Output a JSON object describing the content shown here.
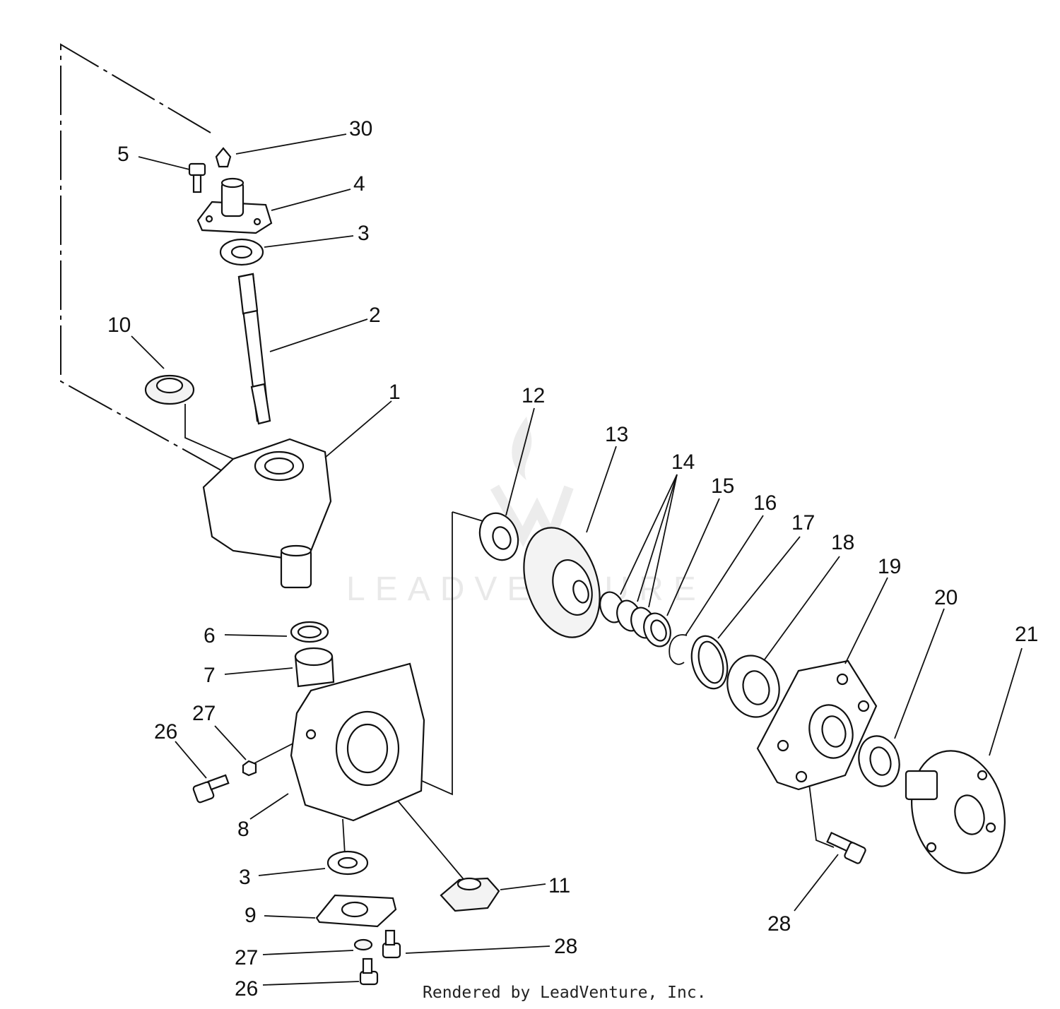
{
  "watermark": "LEADVENTURE",
  "credit": "Rendered by LeadVenture, Inc.",
  "callouts": [
    {
      "id": "30",
      "label": "30"
    },
    {
      "id": "5",
      "label": "5"
    },
    {
      "id": "4",
      "label": "4"
    },
    {
      "id": "3a",
      "label": "3"
    },
    {
      "id": "2",
      "label": "2"
    },
    {
      "id": "10",
      "label": "10"
    },
    {
      "id": "1",
      "label": "1"
    },
    {
      "id": "12",
      "label": "12"
    },
    {
      "id": "13",
      "label": "13"
    },
    {
      "id": "14",
      "label": "14"
    },
    {
      "id": "15",
      "label": "15"
    },
    {
      "id": "16",
      "label": "16"
    },
    {
      "id": "17",
      "label": "17"
    },
    {
      "id": "18",
      "label": "18"
    },
    {
      "id": "19",
      "label": "19"
    },
    {
      "id": "20",
      "label": "20"
    },
    {
      "id": "21",
      "label": "21"
    },
    {
      "id": "6",
      "label": "6"
    },
    {
      "id": "7",
      "label": "7"
    },
    {
      "id": "27a",
      "label": "27"
    },
    {
      "id": "26a",
      "label": "26"
    },
    {
      "id": "8",
      "label": "8"
    },
    {
      "id": "3b",
      "label": "3"
    },
    {
      "id": "11",
      "label": "11"
    },
    {
      "id": "9",
      "label": "9"
    },
    {
      "id": "28a",
      "label": "28"
    },
    {
      "id": "27b",
      "label": "27"
    },
    {
      "id": "26b",
      "label": "26"
    },
    {
      "id": "28b",
      "label": "28"
    }
  ]
}
